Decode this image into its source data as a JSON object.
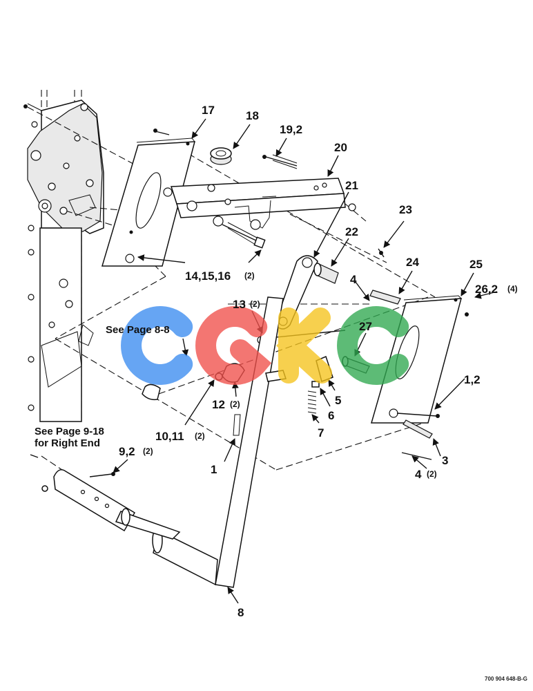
{
  "diagram": {
    "callouts": [
      {
        "id": "c17",
        "text": "17"
      },
      {
        "id": "c18",
        "text": "18"
      },
      {
        "id": "c19",
        "text": "19,2"
      },
      {
        "id": "c20",
        "text": "20"
      },
      {
        "id": "c21",
        "text": "21"
      },
      {
        "id": "c22",
        "text": "22"
      },
      {
        "id": "c23",
        "text": "23"
      },
      {
        "id": "c24",
        "text": "24"
      },
      {
        "id": "c25",
        "text": "25"
      },
      {
        "id": "c26",
        "text": "26,2"
      },
      {
        "id": "c26q",
        "text": "(4)"
      },
      {
        "id": "c14",
        "text": "14,15,16"
      },
      {
        "id": "c14q",
        "text": "(2)"
      },
      {
        "id": "c4a",
        "text": "4"
      },
      {
        "id": "c13",
        "text": "13"
      },
      {
        "id": "c13q",
        "text": "(2)"
      },
      {
        "id": "c27",
        "text": "27"
      },
      {
        "id": "c1b",
        "text": "1,2"
      },
      {
        "id": "c5",
        "text": "5"
      },
      {
        "id": "c6",
        "text": "6"
      },
      {
        "id": "c7",
        "text": "7"
      },
      {
        "id": "c12",
        "text": "12"
      },
      {
        "id": "c12q",
        "text": "(2)"
      },
      {
        "id": "c10",
        "text": "10,11"
      },
      {
        "id": "c10q",
        "text": "(2)"
      },
      {
        "id": "c1",
        "text": "1"
      },
      {
        "id": "c9",
        "text": "9,2"
      },
      {
        "id": "c9q",
        "text": "(2)"
      },
      {
        "id": "c3",
        "text": "3"
      },
      {
        "id": "c4b",
        "text": "4"
      },
      {
        "id": "c4bq",
        "text": "(2)"
      },
      {
        "id": "c8",
        "text": "8"
      }
    ],
    "notes": {
      "see_page_8_8": "See Page 8-8",
      "see_page_9_18_line1": "See Page 9-18",
      "see_page_9_18_line2": "for Right End"
    },
    "watermark": {
      "letters": [
        "C",
        "G",
        "K",
        "C"
      ],
      "colors": [
        "#3b8cf0",
        "#f0504a",
        "#f5c31c",
        "#2fa84f"
      ]
    },
    "drawing_number": "700 904 648-B-G"
  }
}
